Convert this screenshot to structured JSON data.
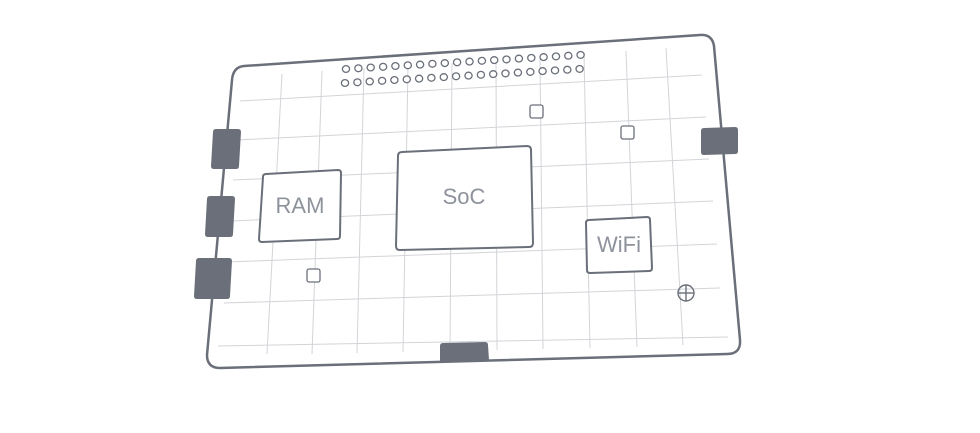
{
  "board": {
    "colors": {
      "outline": "#6a6f79",
      "grid": "#d2d4d8",
      "port_fill": "#6a6f79",
      "label": "#8e939b",
      "background": "#ffffff"
    },
    "chips": {
      "ram": {
        "label": "RAM"
      },
      "soc": {
        "label": "SoC"
      },
      "wifi": {
        "label": "WiFi"
      }
    },
    "gpio_header": {
      "rows": 2,
      "pins_per_row": 20
    },
    "icons": {
      "ports": "port-connector-icon",
      "pads": "square-pad-icon",
      "mount": "mounting-hole-icon"
    }
  }
}
